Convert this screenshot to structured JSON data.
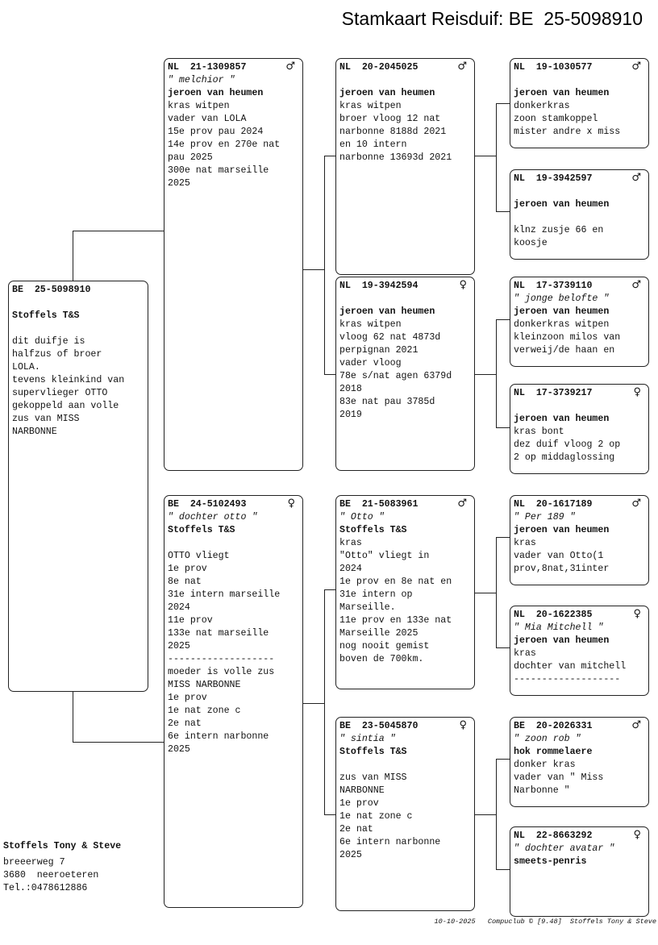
{
  "title": "Stamkaart Reisduif: BE  25-5098910",
  "pigeons": [
    {
      "id": "subject",
      "ring": "BE  25-5098910",
      "sex": "",
      "name": "",
      "owner": "Stoffels T&S",
      "lines": [
        "",
        "dit duifje is",
        "halfzus of broer",
        "LOLA.",
        "tevens kleinkind van",
        "supervlieger OTTO",
        "gekoppeld aan volle",
        "zus van MISS",
        "NARBONNE"
      ]
    },
    {
      "id": "sire",
      "ring": "NL  21-1309857",
      "sex": "♂",
      "name": "\" melchior \"",
      "owner": "jeroen van heumen",
      "lines": [
        "kras witpen",
        "vader van LOLA",
        "15e prov pau 2024",
        "14e prov en 270e nat",
        "pau 2025",
        "300e nat marseille",
        "2025"
      ]
    },
    {
      "id": "dam",
      "ring": "BE  24-5102493",
      "sex": "♀",
      "name": "\" dochter otto \"",
      "owner": "Stoffels T&S",
      "lines": [
        "",
        "OTTO vliegt",
        "1e prov",
        "8e nat",
        "31e intern marseille",
        "2024",
        "11e prov",
        "133e nat marseille",
        "2025",
        "-------------------",
        "moeder is volle zus",
        "MISS NARBONNE",
        "1e prov",
        "1e nat zone c",
        "2e nat",
        "6e intern narbonne",
        "2025"
      ]
    },
    {
      "id": "sire-sire",
      "ring": "NL  20-2045025",
      "sex": "♂",
      "name": "",
      "owner": "jeroen van heumen",
      "lines": [
        "kras witpen",
        "broer vloog 12 nat",
        "narbonne 8188d 2021",
        "en 10 intern",
        "narbonne 13693d 2021"
      ]
    },
    {
      "id": "sire-dam",
      "ring": "NL  19-3942594",
      "sex": "♀",
      "name": "",
      "owner": "jeroen van heumen",
      "lines": [
        "kras witpen",
        "vloog 62 nat 4873d",
        "perpignan 2021",
        "vader vloog",
        "78e s/nat agen 6379d",
        "2018",
        "83e nat pau 3785d",
        "2019"
      ]
    },
    {
      "id": "dam-sire",
      "ring": "BE  21-5083961",
      "sex": "♂",
      "name": "\" Otto \"",
      "owner": "Stoffels T&S",
      "lines": [
        "kras",
        "\"Otto\" vliegt in",
        "2024",
        "1e prov en 8e nat en",
        "31e intern op",
        "Marseille.",
        "11e prov en 133e nat",
        "Marseille 2025",
        "nog nooit gemist",
        "boven de 700km."
      ]
    },
    {
      "id": "dam-dam",
      "ring": "BE  23-5045870",
      "sex": "♀",
      "name": "\" sintia \"",
      "owner": "Stoffels T&S",
      "lines": [
        "",
        "zus van MISS",
        "NARBONNE",
        "1e prov",
        "1e nat zone c",
        "2e nat",
        "6e intern narbonne",
        "2025"
      ]
    },
    {
      "id": "sss",
      "ring": "NL  19-1030577",
      "sex": "♂",
      "name": "",
      "owner": "jeroen van heumen",
      "lines": [
        "donkerkras",
        "zoon stamkoppel",
        "mister andre x miss"
      ]
    },
    {
      "id": "ssd",
      "ring": "NL  19-3942597",
      "sex": "♂",
      "name": "",
      "owner": "jeroen van heumen",
      "lines": [
        "",
        "klnz zusje 66 en",
        "koosje"
      ]
    },
    {
      "id": "sds",
      "ring": "NL  17-3739110",
      "sex": "♂",
      "name": "\" jonge belofte \"",
      "owner": "jeroen van heumen",
      "lines": [
        "donkerkras witpen",
        "kleinzoon milos van",
        "verweij/de haan en"
      ]
    },
    {
      "id": "sdd",
      "ring": "NL  17-3739217",
      "sex": "♀",
      "name": "",
      "owner": "jeroen van heumen",
      "lines": [
        "kras bont",
        "dez duif vloog 2 op",
        "2 op middaglossing"
      ]
    },
    {
      "id": "dss",
      "ring": "NL  20-1617189",
      "sex": "♂",
      "name": "\" Per 189 \"",
      "owner": "jeroen van heumen",
      "lines": [
        "kras",
        "vader van Otto(1",
        "prov,8nat,31inter"
      ]
    },
    {
      "id": "dsd",
      "ring": "NL  20-1622385",
      "sex": "♀",
      "name": "\" Mia Mitchell \"",
      "owner": "jeroen van heumen",
      "lines": [
        "kras",
        "dochter van mitchell",
        "-------------------"
      ]
    },
    {
      "id": "dds",
      "ring": "BE  20-2026331",
      "sex": "♂",
      "name": "\" zoon rob \"",
      "owner": "hok rommelaere",
      "lines": [
        "donker kras",
        "vader van \" Miss",
        "Narbonne \""
      ]
    },
    {
      "id": "ddd",
      "ring": "NL  22-8663292",
      "sex": "♀",
      "name": "\" dochter avatar \"",
      "owner": "smeets-penris",
      "lines": []
    }
  ],
  "breeder": {
    "name": "Stoffels Tony & Steve",
    "street": "breeerweg 7",
    "city": "3680  neeroeteren",
    "phone": "Tel.:0478612886"
  },
  "footer": "10-10-2025   Compuclub © [9.48]  Stoffels Tony & Steve"
}
